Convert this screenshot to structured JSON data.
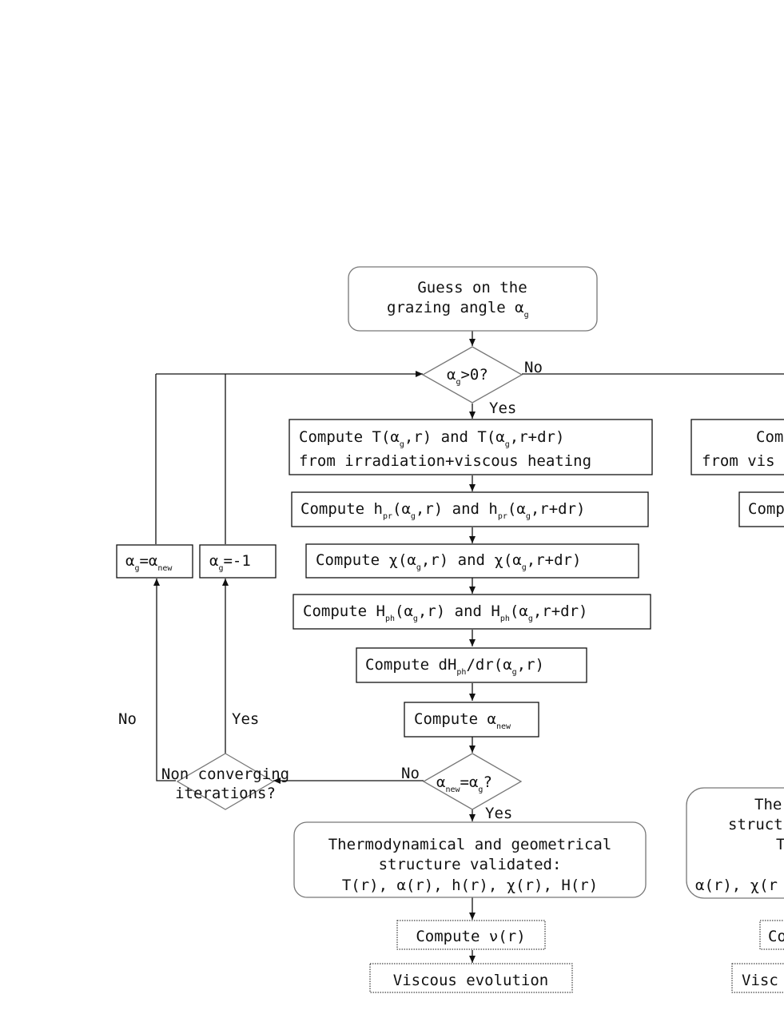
{
  "nodes": {
    "start": {
      "line1": "Guess on the",
      "line2a": "grazing angle α",
      "line2sub": "g"
    },
    "cond1": {
      "a": "α",
      "asub": "g",
      "b": ">0?"
    },
    "cond1_no": "No",
    "cond1_yes": "Yes",
    "temp": {
      "l1a": "Compute T(α",
      "l1s1": "g",
      "l1b": ",r) and T(α",
      "l1s2": "g",
      "l1c": ",r+dr)",
      "l2": "from irradiation+viscous heating"
    },
    "hpr": {
      "a": "Compute h",
      "s1": "pr",
      "b": "(α",
      "s2": "g",
      "c": ",r) and h",
      "s3": "pr",
      "d": "(α",
      "s4": "g",
      "e": ",r+dr)"
    },
    "chi": {
      "a": "Compute χ(α",
      "s1": "g",
      "b": ",r) and χ(α",
      "s2": "g",
      "c": ",r+dr)"
    },
    "hph": {
      "a": "Compute H",
      "s1": "ph",
      "b": "(α",
      "s2": "g",
      "c": ",r) and H",
      "s3": "ph",
      "d": "(α",
      "s4": "g",
      "e": ",r+dr)"
    },
    "dhph": {
      "a": "Compute dH",
      "s1": "ph",
      "b": "/dr(α",
      "s2": "g",
      "c": ",r)"
    },
    "anew": {
      "a": "Compute α",
      "s1": "new"
    },
    "cond2": {
      "a": "α",
      "s1": "new",
      "b": "=α",
      "s2": "g",
      "c": "?"
    },
    "cond2_no": "No",
    "cond2_yes": "Yes",
    "valid": {
      "l1": "Thermodynamical and geometrical",
      "l2": "structure validated:",
      "l3": "T(r), α(r), h(r), χ(r), H(r)"
    },
    "nu": "Compute ν(r)",
    "visc": "Viscous evolution",
    "nonconv": {
      "l1": "Non converging",
      "l2": "iterations?"
    },
    "nonconv_no": "No",
    "nonconv_yes": "Yes",
    "set_new": {
      "a": "α",
      "s1": "g",
      "b": "=α",
      "s2": "new"
    },
    "set_neg": {
      "a": "α",
      "s1": "g",
      "b": "=-1"
    }
  },
  "right_partial": {
    "r1a": "Com",
    "r1b": "from vis",
    "r2": "Comp",
    "r3a": "The",
    "r3b": "struct",
    "r3c": "T",
    "r3d": "α(r), χ(r",
    "r4": "Co",
    "r5": "Visc"
  }
}
